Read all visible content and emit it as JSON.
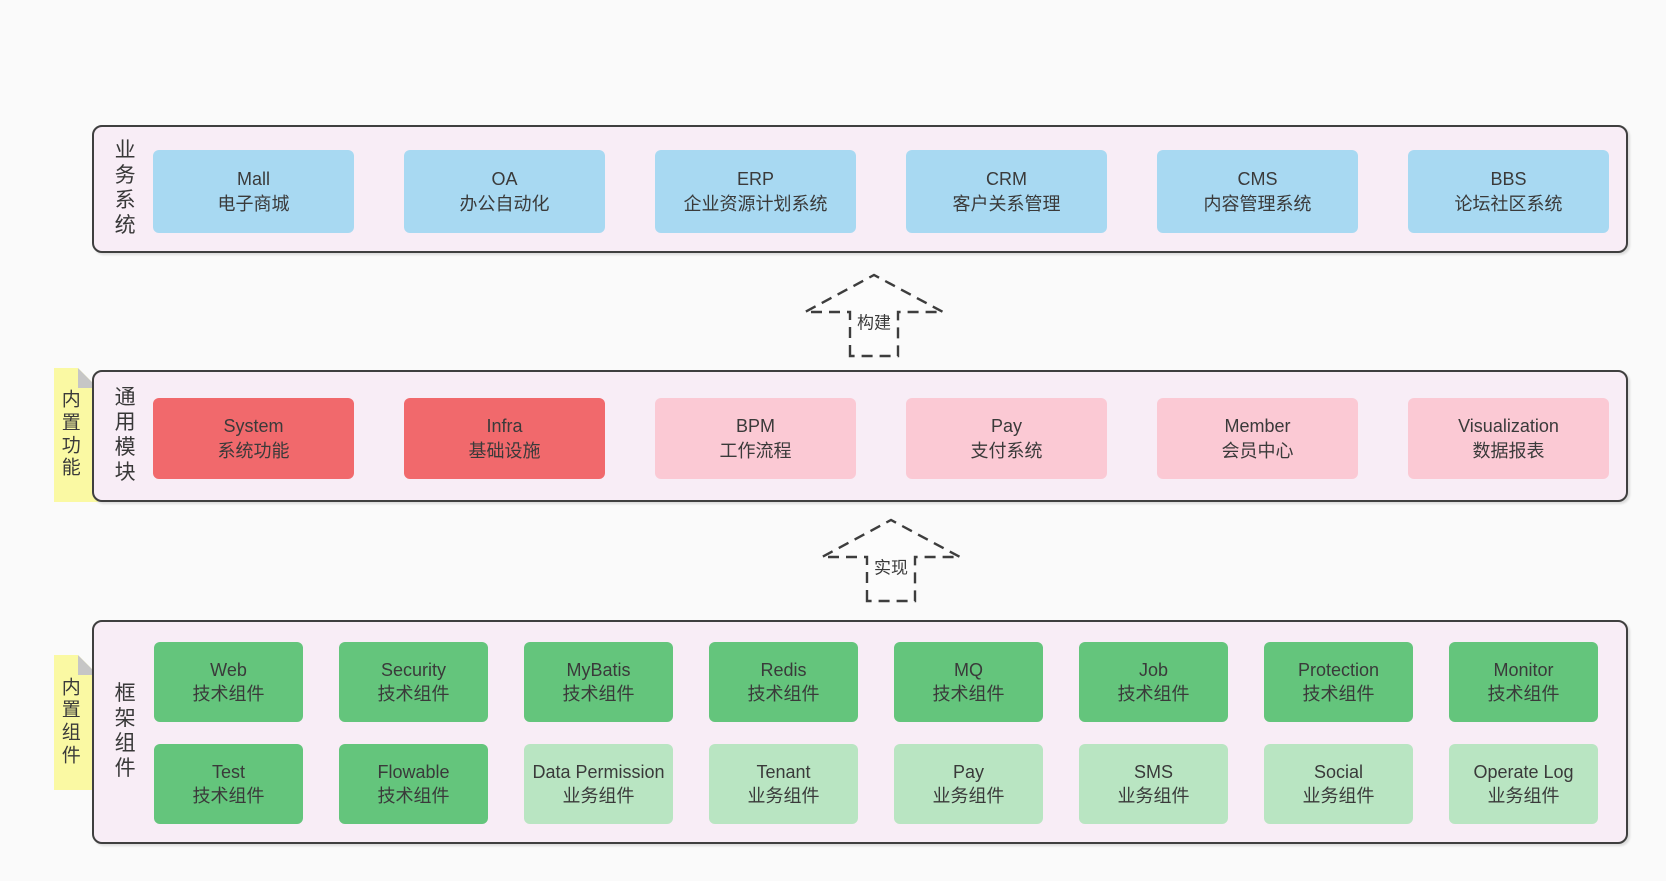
{
  "colors": {
    "page_bg": "#fafafa",
    "band_fill": "#f8edf6",
    "outline": "#3f3f3f",
    "node_blue": "#a8d9f2",
    "node_red": "#f1696c",
    "node_pink": "#fbc9d4",
    "node_green": "#64c57c",
    "node_light_green": "#b9e5c2",
    "sticky_yellow": "#faf9a3",
    "sticky_fold_gray": "#c6c6c6"
  },
  "arrows": [
    {
      "label": "构建"
    },
    {
      "label": "实现"
    }
  ],
  "layers": {
    "business": {
      "title": "业务系统",
      "boxes": [
        {
          "en": "Mall",
          "zh": "电子商城",
          "variant": "blue"
        },
        {
          "en": "OA",
          "zh": "办公自动化",
          "variant": "blue"
        },
        {
          "en": "ERP",
          "zh": "企业资源计划系统",
          "variant": "blue"
        },
        {
          "en": "CRM",
          "zh": "客户关系管理",
          "variant": "blue"
        },
        {
          "en": "CMS",
          "zh": "内容管理系统",
          "variant": "blue"
        },
        {
          "en": "BBS",
          "zh": "论坛社区系统",
          "variant": "blue"
        }
      ]
    },
    "modules": {
      "title": "通用模块",
      "note": "内置功能",
      "boxes": [
        {
          "en": "System",
          "zh": "系统功能",
          "variant": "red"
        },
        {
          "en": "Infra",
          "zh": "基础设施",
          "variant": "red"
        },
        {
          "en": "BPM",
          "zh": "工作流程",
          "variant": "pink"
        },
        {
          "en": "Pay",
          "zh": "支付系统",
          "variant": "pink"
        },
        {
          "en": "Member",
          "zh": "会员中心",
          "variant": "pink"
        },
        {
          "en": "Visualization",
          "zh": "数据报表",
          "variant": "pink"
        }
      ]
    },
    "framework": {
      "title": "框架组件",
      "note": "内置组件",
      "boxes": [
        {
          "en": "Web",
          "zh": "技术组件",
          "variant": "green"
        },
        {
          "en": "Security",
          "zh": "技术组件",
          "variant": "green"
        },
        {
          "en": "MyBatis",
          "zh": "技术组件",
          "variant": "green"
        },
        {
          "en": "Redis",
          "zh": "技术组件",
          "variant": "green"
        },
        {
          "en": "MQ",
          "zh": "技术组件",
          "variant": "green"
        },
        {
          "en": "Job",
          "zh": "技术组件",
          "variant": "green"
        },
        {
          "en": "Protection",
          "zh": "技术组件",
          "variant": "green"
        },
        {
          "en": "Monitor",
          "zh": "技术组件",
          "variant": "green"
        },
        {
          "en": "Test",
          "zh": "技术组件",
          "variant": "green"
        },
        {
          "en": "Flowable",
          "zh": "技术组件",
          "variant": "green"
        },
        {
          "en": "Data Permission",
          "zh": "业务组件",
          "variant": "lightgreen"
        },
        {
          "en": "Tenant",
          "zh": "业务组件",
          "variant": "lightgreen"
        },
        {
          "en": "Pay",
          "zh": "业务组件",
          "variant": "lightgreen"
        },
        {
          "en": "SMS",
          "zh": "业务组件",
          "variant": "lightgreen"
        },
        {
          "en": "Social",
          "zh": "业务组件",
          "variant": "lightgreen"
        },
        {
          "en": "Operate Log",
          "zh": "业务组件",
          "variant": "lightgreen"
        }
      ]
    }
  }
}
